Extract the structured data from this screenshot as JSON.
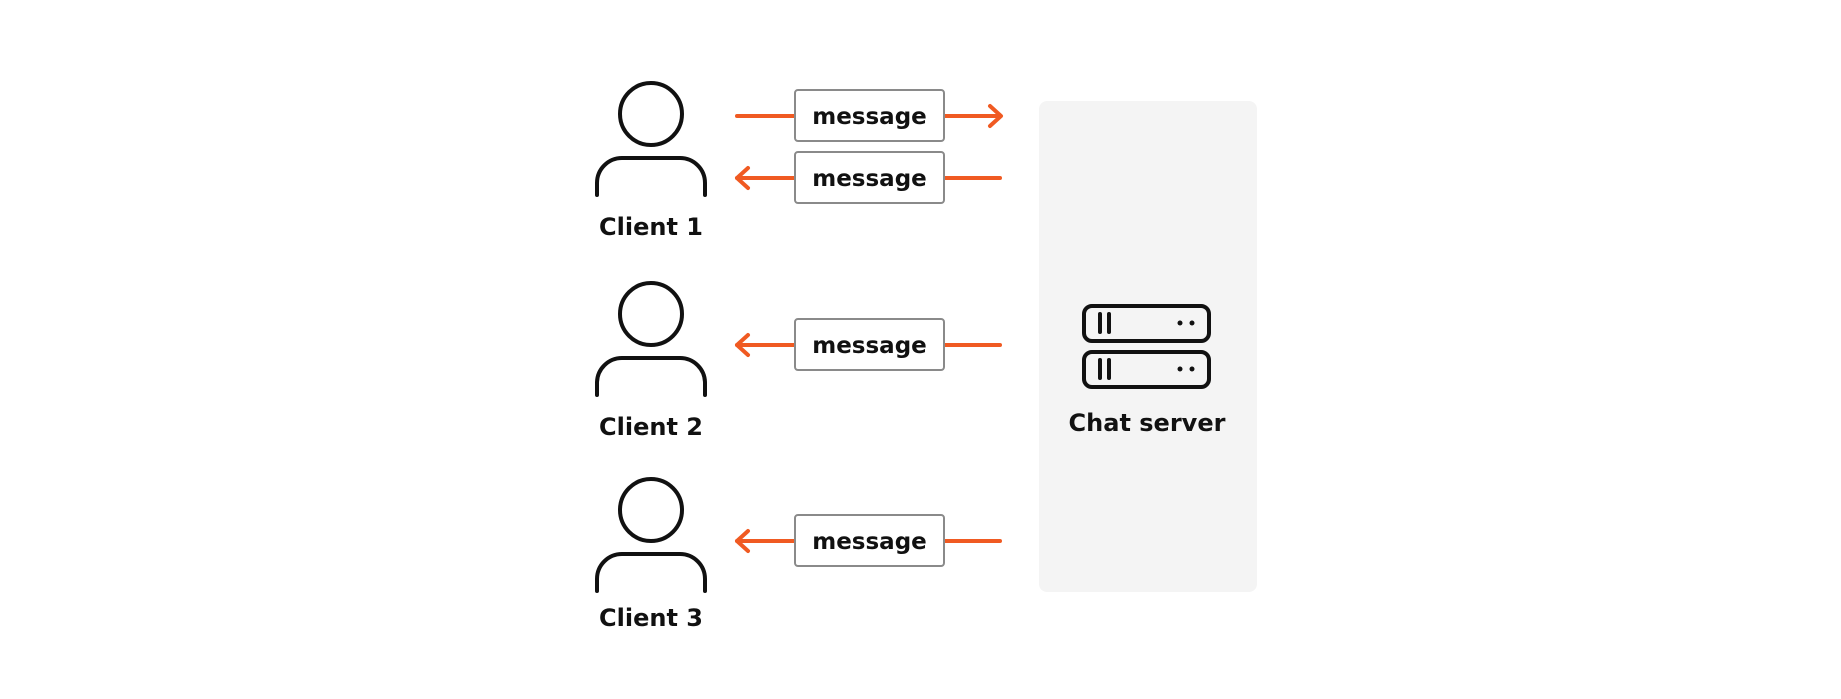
{
  "colors": {
    "arrow": "#f05a22",
    "outline": "#111111",
    "server_panel": "#f4f4f4",
    "message_border": "#8a8a8a"
  },
  "server": {
    "label": "Chat server",
    "icon": "server-icon"
  },
  "clients": [
    {
      "label": "Client 1",
      "icon": "user-icon",
      "messages": [
        {
          "text": "message",
          "direction": "to-server"
        },
        {
          "text": "message",
          "direction": "to-client"
        }
      ]
    },
    {
      "label": "Client 2",
      "icon": "user-icon",
      "messages": [
        {
          "text": "message",
          "direction": "to-client"
        }
      ]
    },
    {
      "label": "Client 3",
      "icon": "user-icon",
      "messages": [
        {
          "text": "message",
          "direction": "to-client"
        }
      ]
    }
  ]
}
